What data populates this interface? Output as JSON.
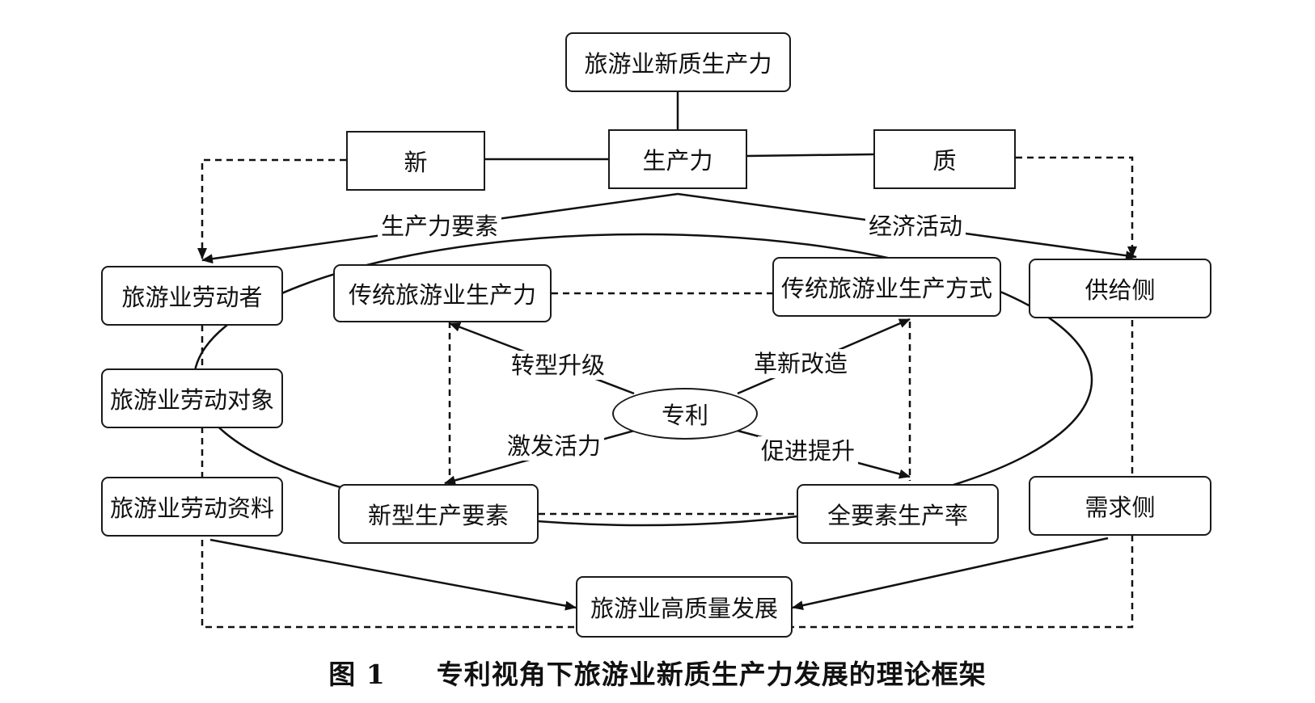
{
  "nodes": {
    "top": "旅游业新质生产力",
    "xin": "新",
    "productivity": "生产力",
    "zhi": "质",
    "laborer": "旅游业劳动者",
    "labor_object": "旅游业劳动对象",
    "labor_material": "旅游业劳动资料",
    "traditional_productivity": "传统旅游业生产力",
    "traditional_mode": "传统旅游业生产方式",
    "supply_side": "供给侧",
    "demand_side": "需求侧",
    "patent": "专利",
    "new_factors": "新型生产要素",
    "tfp": "全要素生产率",
    "high_quality": "旅游业高质量发展"
  },
  "edge_labels": {
    "factors": "生产力要素",
    "economic_activity": "经济活动",
    "transform": "转型升级",
    "innovate": "革新改造",
    "stimulate": "激发活力",
    "promote": "促进提升"
  },
  "caption": {
    "figure_no": "图 1",
    "title": "专利视角下旅游业新质生产力发展的理论框架"
  }
}
